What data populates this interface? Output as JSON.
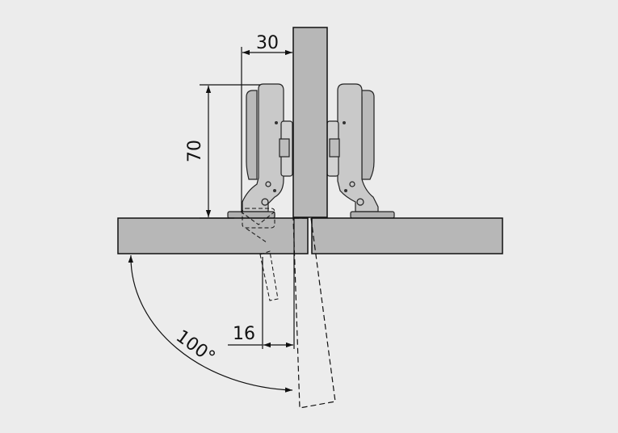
{
  "colors": {
    "background": "#ececec",
    "panel_fill": "#b7b7b7",
    "hinge_fill": "#c9c9c9",
    "hinge_dark": "#9a9a9a",
    "line": "#111111"
  },
  "dimensions": {
    "width_top": "30",
    "height_side": "70",
    "gap_bottom": "16",
    "angle": "100°"
  },
  "icons": {
    "left_hinge": "concealed-hinge-icon",
    "right_hinge": "concealed-hinge-icon"
  }
}
